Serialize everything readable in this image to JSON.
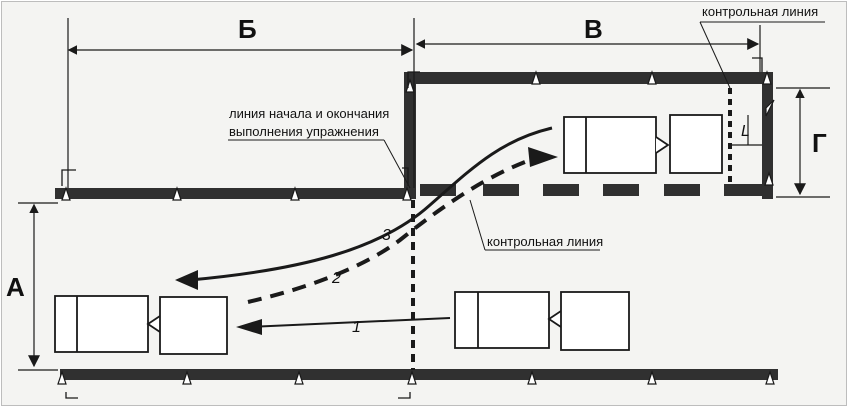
{
  "labels": {
    "dim_a": "А",
    "dim_b": "Б",
    "dim_v": "В",
    "dim_g": "Г",
    "dim_l": "L",
    "control_line_top": "контрольная линия",
    "control_line_mid": "контрольная линия",
    "start_end_line_1": "линия начала и окончания",
    "start_end_line_2": "выполнения упражнения",
    "path_1": "1",
    "path_2": "2",
    "path_3": "3"
  },
  "colors": {
    "ink": "#1a1a1a",
    "bar": "#303030",
    "paper": "#f4f4f2"
  }
}
